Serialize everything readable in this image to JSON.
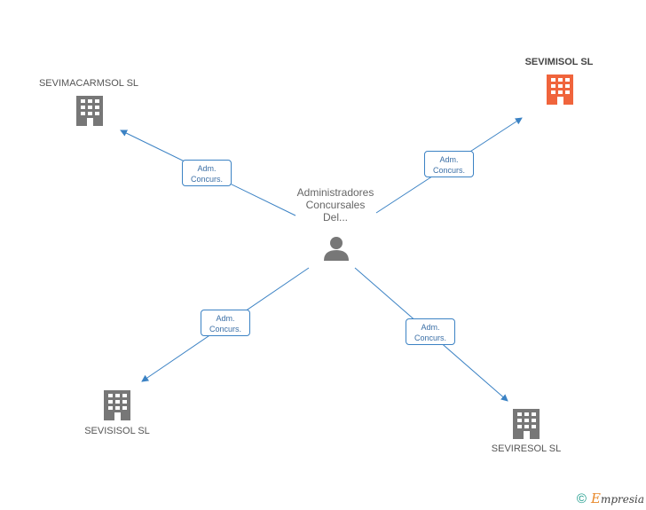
{
  "center": {
    "name_line1": "Administradores",
    "name_line2": "Concursales",
    "name_line3": "Del..."
  },
  "companies": [
    {
      "name": "SEVIMACARMSOL SL",
      "highlight": false
    },
    {
      "name": "SEVIMISOL SL",
      "highlight": true
    },
    {
      "name": "SEVISISOL SL",
      "highlight": false
    },
    {
      "name": "SEVIRESOL SL",
      "highlight": false
    }
  ],
  "relation": {
    "line1": "Adm.",
    "line2": "Concurs."
  },
  "colors": {
    "edge": "#3b82c4",
    "company": "#777777",
    "highlight": "#f0643c",
    "person": "#777777"
  },
  "footer": {
    "copyright_symbol": "©",
    "brand_initial": "E",
    "brand_rest": "mpresia"
  }
}
